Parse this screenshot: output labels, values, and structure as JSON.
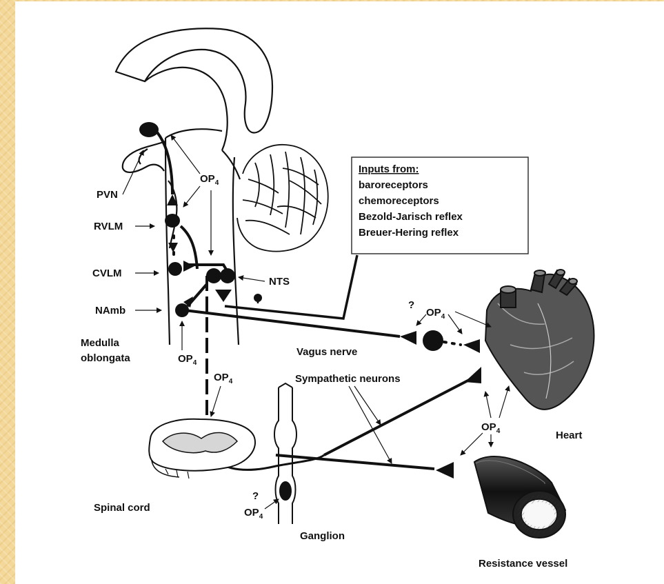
{
  "labels": {
    "pvn": "PVN",
    "rvlm": "RVLM",
    "cvlm": "CVLM",
    "namb": "NAmb",
    "nts": "NTS",
    "medulla_line1": "Medulla",
    "medulla_line2": "oblongata",
    "vagus_nerve": "Vagus nerve",
    "sympathetic_neurons": "Sympathetic neurons",
    "heart": "Heart",
    "spinal_cord": "Spinal cord",
    "ganglion": "Ganglion",
    "resistance_vessel": "Resistance vessel",
    "question_mark": "?"
  },
  "op4": {
    "base": "OP",
    "subscript": "4"
  },
  "inputs_box": {
    "title": "Inputs from:",
    "items": [
      "baroreceptors",
      "chemoreceptors",
      "Bezold-Jarisch reflex",
      "Breuer-Hering reflex"
    ]
  }
}
